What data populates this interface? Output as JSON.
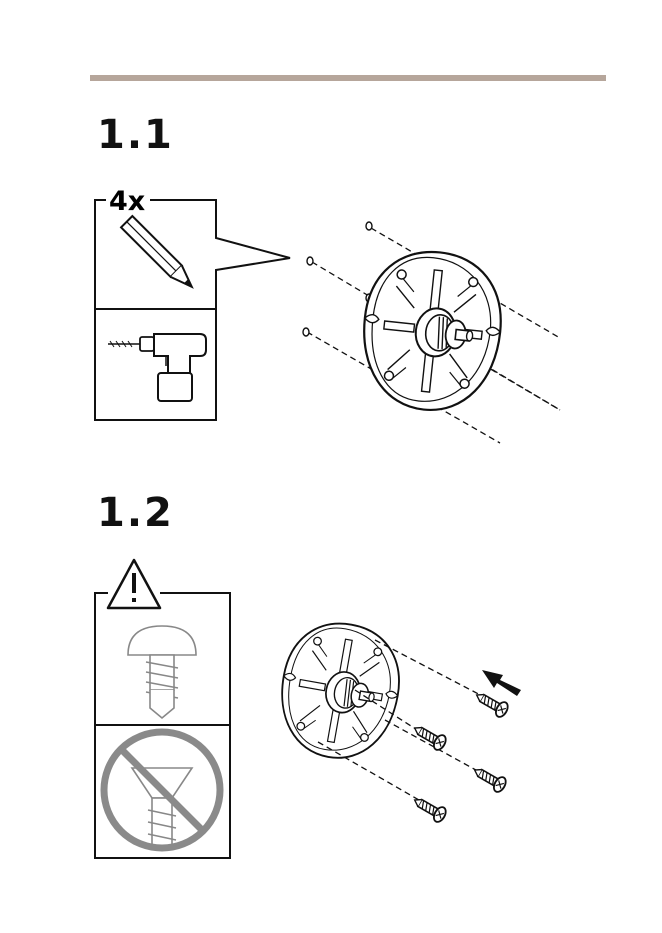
{
  "page": {
    "rule_color": "#b6a69b"
  },
  "step1": {
    "number": "1.1",
    "quantity_label": "4x",
    "tools": [
      "pencil-icon",
      "drill-icon"
    ]
  },
  "step2": {
    "number": "1.2",
    "tools": [
      "warning-icon",
      "screw-allowed-icon",
      "screw-prohibited-icon"
    ],
    "prohibited_color": "#8a8a8a"
  }
}
